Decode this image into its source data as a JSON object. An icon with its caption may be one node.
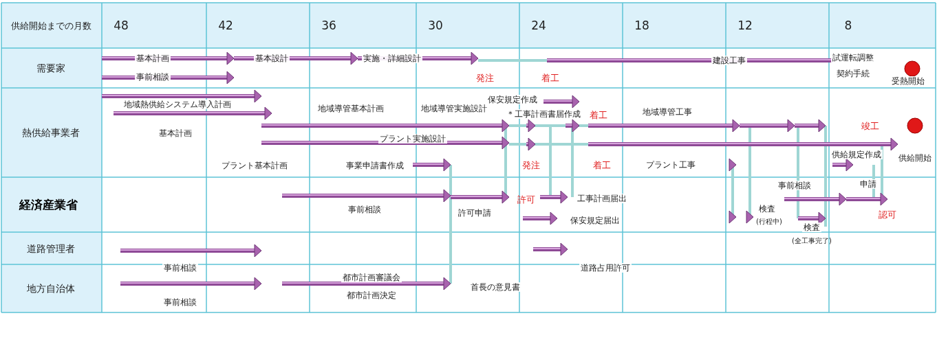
{
  "diagram": {
    "labels": [
      "供給開始までの月数",
      "48",
      "42",
      "36",
      "30",
      "24",
      "18",
      "12",
      "8",
      "需要家",
      "基本計画",
      "事前相談",
      "基本設計",
      "実施・詳細設計",
      "発注",
      "着工",
      "建設工事",
      "試運転調整",
      "契約手続",
      "受熱開始",
      "熱供給事業者",
      "地域熱供給システム導入計画",
      "基本計画",
      "地域導管基本計画",
      "地域導管実施設計",
      "保安規定作成",
      "＊工事計画書届作成",
      "着工",
      "地域導管工事",
      "竣工",
      "プラント実施設計",
      "発注",
      "着工",
      "プラント工事",
      "供給規定作成",
      "供給開始",
      "プラント基本計画",
      "事業申請書作成",
      "経済産業省",
      "事前相談",
      "許可申請",
      "許可",
      "工事計画届出",
      "保安規定届出",
      "事前相談",
      "申請",
      "検査",
      "(行程中)",
      "認可",
      "検査",
      "(全工事完了)",
      "道路管理者",
      "事前相談",
      "道路占用許可",
      "地方自治体",
      "都市計画審議会",
      "事前相談",
      "都市計画決定",
      "首長の意見書"
    ]
  }
}
